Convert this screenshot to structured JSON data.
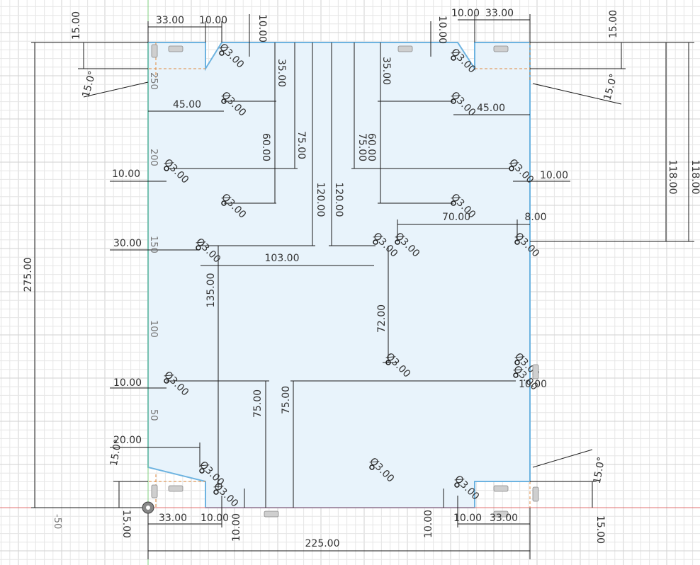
{
  "colors": {
    "grid_minor": "#e6e6e6",
    "grid_major": "#d2d2d2",
    "profile_fill": "#e8f3fb",
    "profile_stroke": "#6db3e0",
    "dimension": "#1a1a1a",
    "construction": "#e08a3c",
    "origin": "#555555"
  },
  "dimensions": {
    "overall_height": "275.00",
    "overall_width": "225.00",
    "top_left_notch_width": "33.00",
    "top_left_notch_gap": "10.00",
    "top_left_notch_offset": "10.00",
    "top_left_chamfer_height": "15.00",
    "top_left_chamfer_angle": "15.0°",
    "top_right_notch_gap": "10.00",
    "top_right_notch_width": "33.00",
    "top_right_notch_offset": "10.00",
    "top_right_chamfer_height": "15.00",
    "top_right_chamfer_angle": "15.0°",
    "left_35": "35.00",
    "right_35": "35.00",
    "left_45": "45.00",
    "right_45": "45.00",
    "left_60": "60.00",
    "left_75": "75.00",
    "right_60": "60.00",
    "right_75": "75.00",
    "left_120": "120.00",
    "right_120": "120.00",
    "left_10_upper": "10.00",
    "right_10_upper": "10.00",
    "right_118_a": "118.00",
    "right_118_b": "118.00",
    "left_30": "30.00",
    "dist_70": "70.00",
    "dist_8": "8.00",
    "dist_103": "103.00",
    "dist_135": "135.00",
    "dist_72": "72.00",
    "left_10_lower": "10.00",
    "right_10_lower": "10.00",
    "bottom_75_a": "75.00",
    "bottom_75_b": "75.00",
    "left_20": "20.00",
    "bottom_left_chamfer_angle": "15.0°",
    "bottom_left_notch_width": "33.00",
    "bottom_left_notch_gap": "10.00",
    "bottom_left_notch_offset": "10.00",
    "bottom_left_chamfer_height": "15.00",
    "bottom_right_chamfer_angle": "15.0°",
    "bottom_right_notch_gap": "10.00",
    "bottom_right_notch_width": "33.00",
    "bottom_right_notch_offset": "10.00",
    "bottom_right_chamfer_height": "15.00"
  },
  "hole_label": "Ø3.00",
  "ruler": {
    "y_250": "250",
    "y_200": "200",
    "y_150": "150",
    "y_100": "100",
    "y_50": "50",
    "x_minus_50": "-50"
  }
}
